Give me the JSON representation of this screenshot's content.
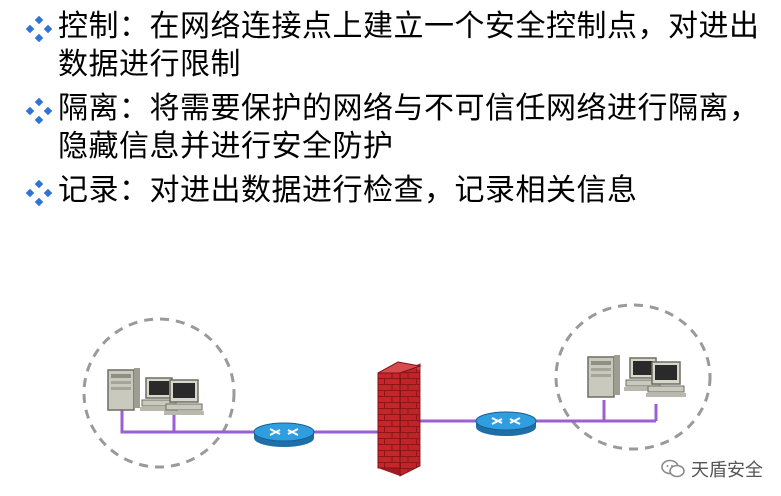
{
  "bullets": [
    {
      "icon": "diamond-bullet-icon",
      "text": "控制：在网络连接点上建立一个安全控制点，对进出数据进行限制"
    },
    {
      "icon": "diamond-bullet-icon",
      "text": "隔离：将需要保护的网络与不可信任网络进行隔离，隐藏信息并进行安全防护"
    },
    {
      "icon": "diamond-bullet-icon",
      "text": "记录：对进出数据进行检查，记录相关信息"
    }
  ],
  "diagram": {
    "left_network": {
      "icons": [
        "server-icon",
        "computer-icon",
        "computer-icon"
      ]
    },
    "left_router": {
      "icon": "router-icon"
    },
    "firewall": {
      "icon": "firewall-brick-icon"
    },
    "right_router": {
      "icon": "router-icon"
    },
    "right_network": {
      "icons": [
        "server-icon",
        "computer-icon",
        "computer-icon"
      ]
    }
  },
  "colors": {
    "bullet_blue": "#2e74d6",
    "link_purple": "#9a5fd0",
    "router_blue": "#2e9ee0",
    "brick_red": "#c8242b",
    "dashed_gray": "#9a9a9a"
  },
  "watermark": {
    "text": "天盾安全",
    "icon": "wechat-icon"
  }
}
